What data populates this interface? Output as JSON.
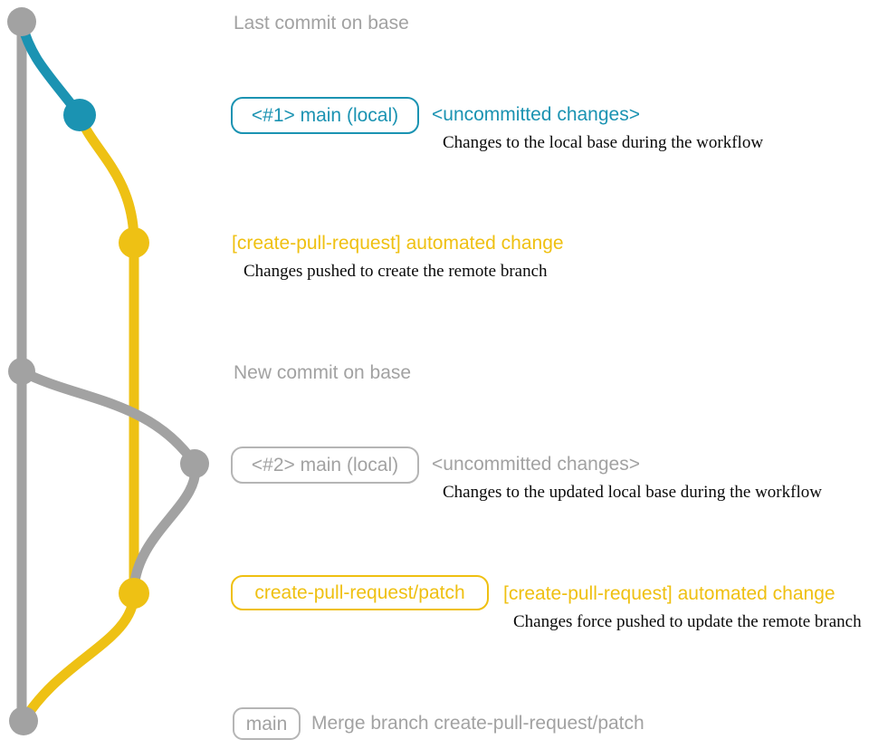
{
  "colors": {
    "gray": "#a2a2a2",
    "teal": "#1b93b2",
    "yellow": "#eec114",
    "description_text": "#0a0a0a"
  },
  "annotations": {
    "last_commit_on_base": "Last commit on base",
    "new_commit_on_base": "New commit on base"
  },
  "badges": {
    "main_local_1": "<#1> main (local)",
    "main_local_2": "<#2> main (local)",
    "patch_branch": "create-pull-request/patch",
    "main": "main"
  },
  "rows": {
    "uncommitted_1": {
      "heading": "<uncommitted changes>",
      "desc": "Changes to the local base during the workflow"
    },
    "automated_1": {
      "heading": "[create-pull-request] automated change",
      "desc": "Changes pushed to create the remote branch"
    },
    "uncommitted_2": {
      "heading": "<uncommitted changes>",
      "desc": "Changes to the updated local base during the workflow"
    },
    "automated_2": {
      "heading": "[create-pull-request] automated change",
      "desc": "Changes force pushed to update the remote branch"
    },
    "merge": {
      "text": "Merge branch create-pull-request/patch"
    }
  },
  "graph": {
    "branches": [
      {
        "name": "base",
        "color": "gray"
      },
      {
        "name": "main (local)",
        "colors": [
          "teal",
          "gray"
        ]
      },
      {
        "name": "create-pull-request/patch",
        "color": "yellow"
      }
    ],
    "commits_top_to_bottom": [
      {
        "dot": "gray",
        "label": "Last commit on base"
      },
      {
        "dot": "teal",
        "label": "<#1> main (local)"
      },
      {
        "dot": "yellow",
        "label": "[create-pull-request] automated change"
      },
      {
        "dot": "gray",
        "label": "New commit on base"
      },
      {
        "dot": "gray",
        "label": "<#2> main (local)"
      },
      {
        "dot": "yellow",
        "label": "[create-pull-request] automated change (force push)"
      },
      {
        "dot": "gray",
        "label": "Merge branch create-pull-request/patch"
      }
    ]
  }
}
